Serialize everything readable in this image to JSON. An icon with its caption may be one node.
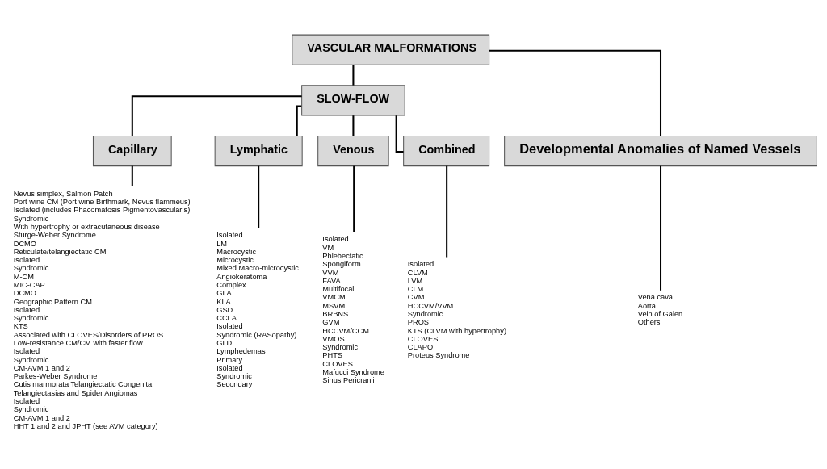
{
  "diagram": {
    "nodes": [
      {
        "text": [
          "VASCULAR MALFORMATIONS"
        ]
      },
      {
        "text": [
          "SLOW-FLOW"
        ]
      },
      {
        "text": [
          "Capillary"
        ]
      },
      {
        "text": [
          "Lymphatic"
        ]
      },
      {
        "text": [
          "Venous"
        ]
      },
      {
        "text": [
          "Combined"
        ]
      },
      {
        "text": [
          "Developmental Anomalies of Named Vessels"
        ]
      },
      {
        "text": [
          "Nevus simplex, Salmon Patch",
          "Port wine CM (Port wine Birthmark, Nevus flammeus)",
          "Isolated (includes Phacomatosis Pigmentovascularis)",
          "Syndromic",
          "With hypertrophy or extracutaneous disease",
          "Sturge-Weber Syndrome",
          "DCMO",
          "Reticulate/telangiectatic CM",
          "Isolated",
          "Syndromic",
          "M-CM",
          "MIC-CAP",
          "DCMO",
          "Geographic Pattern CM",
          "Isolated",
          "Syndromic",
          "KTS",
          "Associated with CLOVES/Disorders of PROS",
          "Low-resistance CM/CM with faster flow",
          "Isolated",
          "Syndromic",
          "CM-AVM 1 and 2",
          "Parkes-Weber Syndrome",
          "Cutis marmorata Telangiectatic Congenita",
          "Telangiectasias and Spider Angiomas",
          "Isolated",
          "Syndromic",
          "CM-AVM 1 and 2",
          "HHT 1 and 2 and JPHT (see AVM category)"
        ]
      },
      {
        "text": [
          "Isolated",
          "LM",
          "Macrocystic",
          "Microcystic",
          "Mixed Macro-microcystic",
          "Angiokeratoma",
          "Complex",
          "GLA",
          "KLA",
          "GSD",
          "CCLA",
          "Isolated",
          "Syndromic (RASopathy)",
          "GLD",
          "Lymphedemas",
          "Primary",
          "Isolated",
          "Syndromic",
          "Secondary"
        ]
      },
      {
        "text": [
          "Isolated",
          "VM",
          "Phlebectatic",
          "Spongiform",
          "VVM",
          "FAVA",
          "Multifocal",
          "VMCM",
          "MSVM",
          "BRBNS",
          "GVM",
          "HCCVM/CCM",
          "VMOS",
          "Syndromic",
          "PHTS",
          "CLOVES",
          "Mafucci Syndrome",
          "Sinus Pericranii"
        ]
      },
      {
        "text": [
          "Isolated",
          "CLVM",
          "LVM",
          "CLM",
          "CVM",
          "HCCVM/VVM",
          "Syndromic",
          "PROS",
          "KTS (CLVM with hypertrophy)",
          "CLOVES",
          "CLAPO",
          "Proteus Syndrome"
        ]
      },
      {
        "text": [
          "Vena cava",
          "Aorta",
          "Vein of Galen",
          "Others"
        ]
      }
    ],
    "edges": [
      {
        "from": 0,
        "to": 1,
        "arrow": "none"
      },
      {
        "from": 1,
        "to": 2,
        "arrow": "none"
      },
      {
        "from": 1,
        "to": 3,
        "arrow": "none"
      },
      {
        "from": 1,
        "to": 4,
        "arrow": "none"
      },
      {
        "from": 1,
        "to": 5,
        "arrow": "none"
      },
      {
        "from": 0,
        "to": 6,
        "arrow": "none"
      },
      {
        "from": 2,
        "to": 7,
        "arrow": "none"
      },
      {
        "from": 3,
        "to": 8,
        "arrow": "none"
      },
      {
        "from": 4,
        "to": 9,
        "arrow": "none"
      },
      {
        "from": 5,
        "to": 10,
        "arrow": "none"
      },
      {
        "from": 6,
        "to": 11,
        "arrow": "none"
      }
    ]
  }
}
